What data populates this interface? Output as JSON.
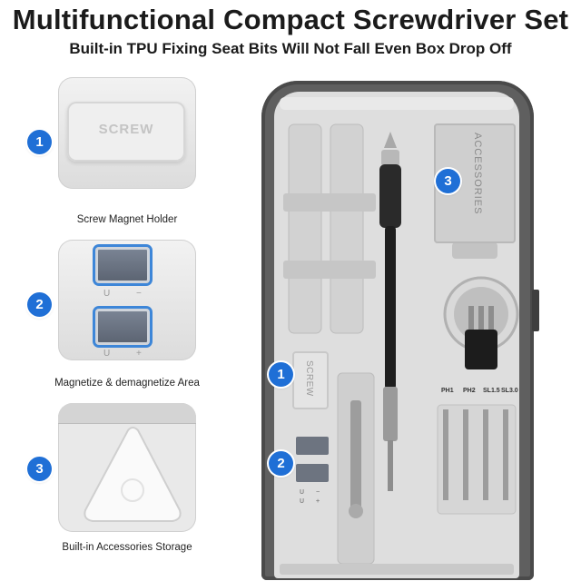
{
  "title": "Multifunctional Compact Screwdriver Set",
  "subtitle": "Built-in TPU Fixing Seat Bits Will Not Fall Even Box Drop Off",
  "features": [
    {
      "badge": "1",
      "caption": "Screw Magnet Holder",
      "panel_text": "SCREW"
    },
    {
      "badge": "2",
      "caption": "Magnetize & demagnetize Area",
      "symbols": [
        "U",
        "−",
        "U",
        "+"
      ]
    },
    {
      "badge": "3",
      "caption": "Built-in Accessories Storage"
    }
  ],
  "box": {
    "accessories_label": "ACCESSORIES",
    "screw_label": "SCREW",
    "badges": [
      "1",
      "2",
      "3"
    ],
    "bit_labels": [
      "PH1",
      "PH2",
      "SL1.5",
      "SL3.0"
    ],
    "magnet_symbols": [
      "U",
      "−",
      "U",
      "+"
    ]
  },
  "colors": {
    "badge": "#1f6fd6",
    "case": "#5f5f5f",
    "tray": "#dedede",
    "handle": "#222222"
  }
}
